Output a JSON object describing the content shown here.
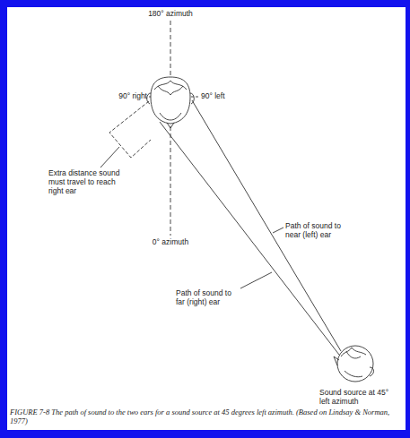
{
  "diagram": {
    "caption": "FIGURE 7-8 The path of sound to the two ears for a sound source at 45 degrees left azimuth. (Based on Lindsay & Norman, 1977)",
    "labels": [
      "180° azimuth",
      "90° right",
      "90° left",
      "Extra distance sound must travel to reach right ear",
      "0° azimuth",
      "Path of sound to near (left) ear",
      "Path of sound to far (right) ear",
      "Sound source at 45° left azimuth"
    ]
  }
}
